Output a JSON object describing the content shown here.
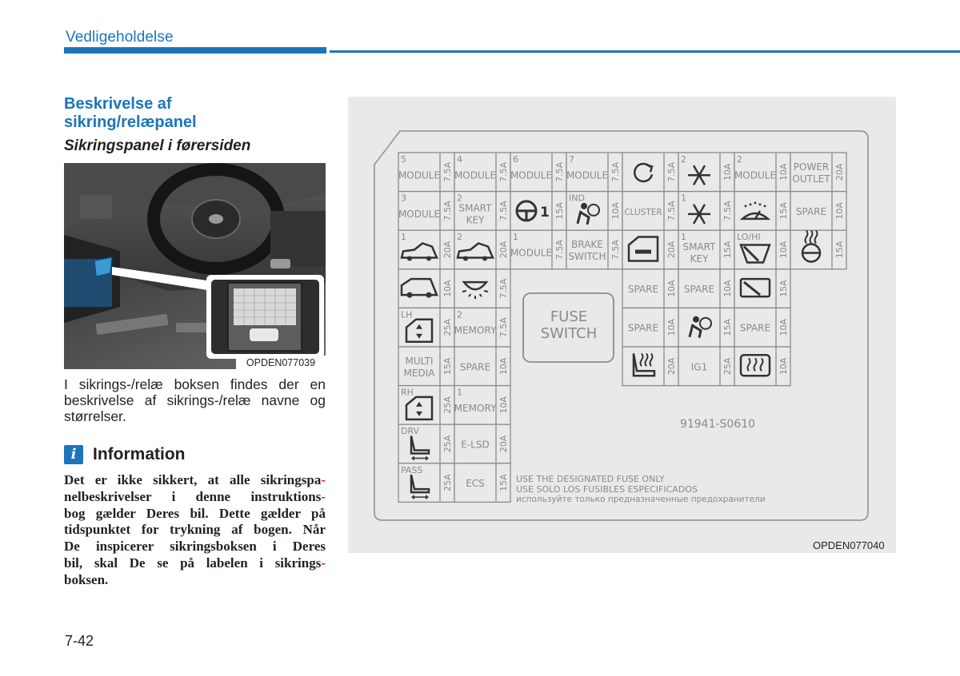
{
  "header": {
    "section": "Vedligeholdelse"
  },
  "section_title_lines": [
    "Beskrivelse af",
    "sikring/relæpanel"
  ],
  "subsection_title": "Sikringspanel i førersiden",
  "photo": {
    "code": "OPDEN077039"
  },
  "body_text": "I sikrings-/relæ boksen findes der en beskrivelse af sikrings-/relæ navne og størrelser.",
  "info": {
    "icon": "i",
    "title": "Information",
    "lines": [
      {
        "text": "Det er ikke sikkert, at alle sikringspa",
        "hyphen": "-"
      },
      {
        "text": "nelbeskrivelser i denne instruktions",
        "hyphen": "-"
      },
      {
        "text": "bog gælder Deres bil. Dette gælder på",
        "hyphen": ""
      },
      {
        "text": "tidspunktet for trykning af bogen. Når",
        "hyphen": ""
      },
      {
        "text": "De inspicerer sikringsboksen i Deres",
        "hyphen": ""
      },
      {
        "text": "bil, skal De se på labelen i sikrings",
        "hyphen": "-"
      },
      {
        "text": "boksen.",
        "hyphen": ""
      }
    ]
  },
  "page_number": "7-42",
  "diagram": {
    "code": "OPDEN077040",
    "part_number": "91941-S0610",
    "fuse_switch": [
      "FUSE",
      "SWITCH"
    ],
    "warning_lines": [
      "USE THE DESIGNATED FUSE ONLY",
      "USE SOLO LOS FUSIBLES ESPECIFICADOS",
      "используйте только предназначенные предохранители"
    ],
    "cells": [
      {
        "c": 0,
        "r": 0,
        "num": "5",
        "label": [
          "MODULE"
        ],
        "amp": "7.5A"
      },
      {
        "c": 1,
        "r": 0,
        "num": "4",
        "label": [
          "MODULE"
        ],
        "amp": "7.5A"
      },
      {
        "c": 2,
        "r": 0,
        "num": "6",
        "label": [
          "MODULE"
        ],
        "amp": "7.5A"
      },
      {
        "c": 3,
        "r": 0,
        "num": "7",
        "label": [
          "MODULE"
        ],
        "amp": "7.5A"
      },
      {
        "c": 4,
        "r": 0,
        "num": "",
        "icon": "refresh-icon",
        "amp": "7.5A"
      },
      {
        "c": 5,
        "r": 0,
        "num": "2",
        "icon": "snowflake-icon",
        "amp": "10A"
      },
      {
        "c": 6,
        "r": 0,
        "num": "2",
        "label": [
          "MODULE"
        ],
        "amp": "10A"
      },
      {
        "c": 7,
        "r": 0,
        "num": "",
        "label": [
          "POWER",
          "OUTLET"
        ],
        "amp": "20A"
      },
      {
        "c": 0,
        "r": 1,
        "num": "3",
        "label": [
          "MODULE"
        ],
        "amp": "7.5A"
      },
      {
        "c": 1,
        "r": 1,
        "num": "2",
        "label": [
          "SMART",
          "KEY"
        ],
        "amp": "7.5A"
      },
      {
        "c": 2,
        "r": 1,
        "num": "",
        "icon": "steering-wheel-1-icon",
        "amp": "15A"
      },
      {
        "c": 3,
        "r": 1,
        "num": "IND",
        "icon": "airbag-icon",
        "amp": "10A"
      },
      {
        "c": 4,
        "r": 1,
        "num": "",
        "label": [
          "CLUSTER"
        ],
        "amp": "7.5A"
      },
      {
        "c": 5,
        "r": 1,
        "num": "1",
        "icon": "snowflake-icon",
        "amp": "7.5A"
      },
      {
        "c": 6,
        "r": 1,
        "num": "",
        "icon": "washer-icon",
        "amp": "15A"
      },
      {
        "c": 7,
        "r": 1,
        "num": "",
        "label": [
          "SPARE"
        ],
        "amp": "10A"
      },
      {
        "c": 0,
        "r": 2,
        "num": "1",
        "icon": "car-lamp-icon",
        "amp": "20A"
      },
      {
        "c": 1,
        "r": 2,
        "num": "2",
        "icon": "car-lamp-icon",
        "amp": "20A"
      },
      {
        "c": 2,
        "r": 2,
        "num": "1",
        "label": [
          "MODULE"
        ],
        "amp": "7.5A"
      },
      {
        "c": 3,
        "r": 2,
        "num": "",
        "label": [
          "BRAKE",
          "SWITCH"
        ],
        "amp": "7.5A"
      },
      {
        "c": 4,
        "r": 2,
        "num": "",
        "icon": "door-lock-icon",
        "amp": "20A"
      },
      {
        "c": 5,
        "r": 2,
        "num": "1",
        "label": [
          "SMART",
          "KEY"
        ],
        "amp": "15A"
      },
      {
        "c": 6,
        "r": 2,
        "num": "LO/HI",
        "icon": "wiper-icon",
        "amp": "10A"
      },
      {
        "c": 7,
        "r": 2,
        "num": "",
        "icon": "heated-steering-icon",
        "amp": "15A"
      },
      {
        "c": 0,
        "r": 3,
        "num": "",
        "icon": "suv-icon",
        "amp": "10A"
      },
      {
        "c": 1,
        "r": 3,
        "num": "",
        "icon": "room-lamp-icon",
        "amp": "7.5A"
      },
      {
        "c": 4,
        "r": 3,
        "num": "",
        "label": [
          "SPARE"
        ],
        "amp": "10A"
      },
      {
        "c": 5,
        "r": 3,
        "num": "",
        "label": [
          "SPARE"
        ],
        "amp": "10A"
      },
      {
        "c": 6,
        "r": 3,
        "num": "",
        "icon": "rear-wiper-icon",
        "amp": "15A"
      },
      {
        "c": 0,
        "r": 4,
        "num": "LH",
        "icon": "power-window-icon",
        "amp": "25A"
      },
      {
        "c": 1,
        "r": 4,
        "num": "2",
        "label": [
          "MEMORY"
        ],
        "amp": "7.5A"
      },
      {
        "c": 4,
        "r": 4,
        "num": "",
        "label": [
          "SPARE"
        ],
        "amp": "10A"
      },
      {
        "c": 5,
        "r": 4,
        "num": "",
        "icon": "airbag-icon",
        "amp": "15A"
      },
      {
        "c": 6,
        "r": 4,
        "num": "",
        "label": [
          "SPARE"
        ],
        "amp": "10A"
      },
      {
        "c": 0,
        "r": 5,
        "num": "",
        "label": [
          "MULTI",
          "MEDIA"
        ],
        "amp": "15A"
      },
      {
        "c": 1,
        "r": 5,
        "num": "",
        "label": [
          "SPARE"
        ],
        "amp": "10A"
      },
      {
        "c": 4,
        "r": 5,
        "num": "",
        "icon": "seat-heater-icon",
        "amp": "20A"
      },
      {
        "c": 5,
        "r": 5,
        "num": "",
        "label": [
          "IG1"
        ],
        "amp": "25A"
      },
      {
        "c": 6,
        "r": 5,
        "num": "",
        "icon": "rear-defrost-icon",
        "amp": "10A"
      },
      {
        "c": 0,
        "r": 6,
        "num": "RH",
        "icon": "power-window-icon",
        "amp": "25A"
      },
      {
        "c": 1,
        "r": 6,
        "num": "1",
        "label": [
          "MEMORY"
        ],
        "amp": "10A"
      },
      {
        "c": 0,
        "r": 7,
        "num": "DRV",
        "icon": "power-seat-icon",
        "amp": "25A"
      },
      {
        "c": 1,
        "r": 7,
        "num": "",
        "label": [
          "E-LSD"
        ],
        "amp": "20A"
      },
      {
        "c": 0,
        "r": 8,
        "num": "PASS",
        "icon": "power-seat-icon",
        "amp": "25A"
      },
      {
        "c": 1,
        "r": 8,
        "num": "",
        "label": [
          "ECS"
        ],
        "amp": "15A"
      }
    ]
  }
}
